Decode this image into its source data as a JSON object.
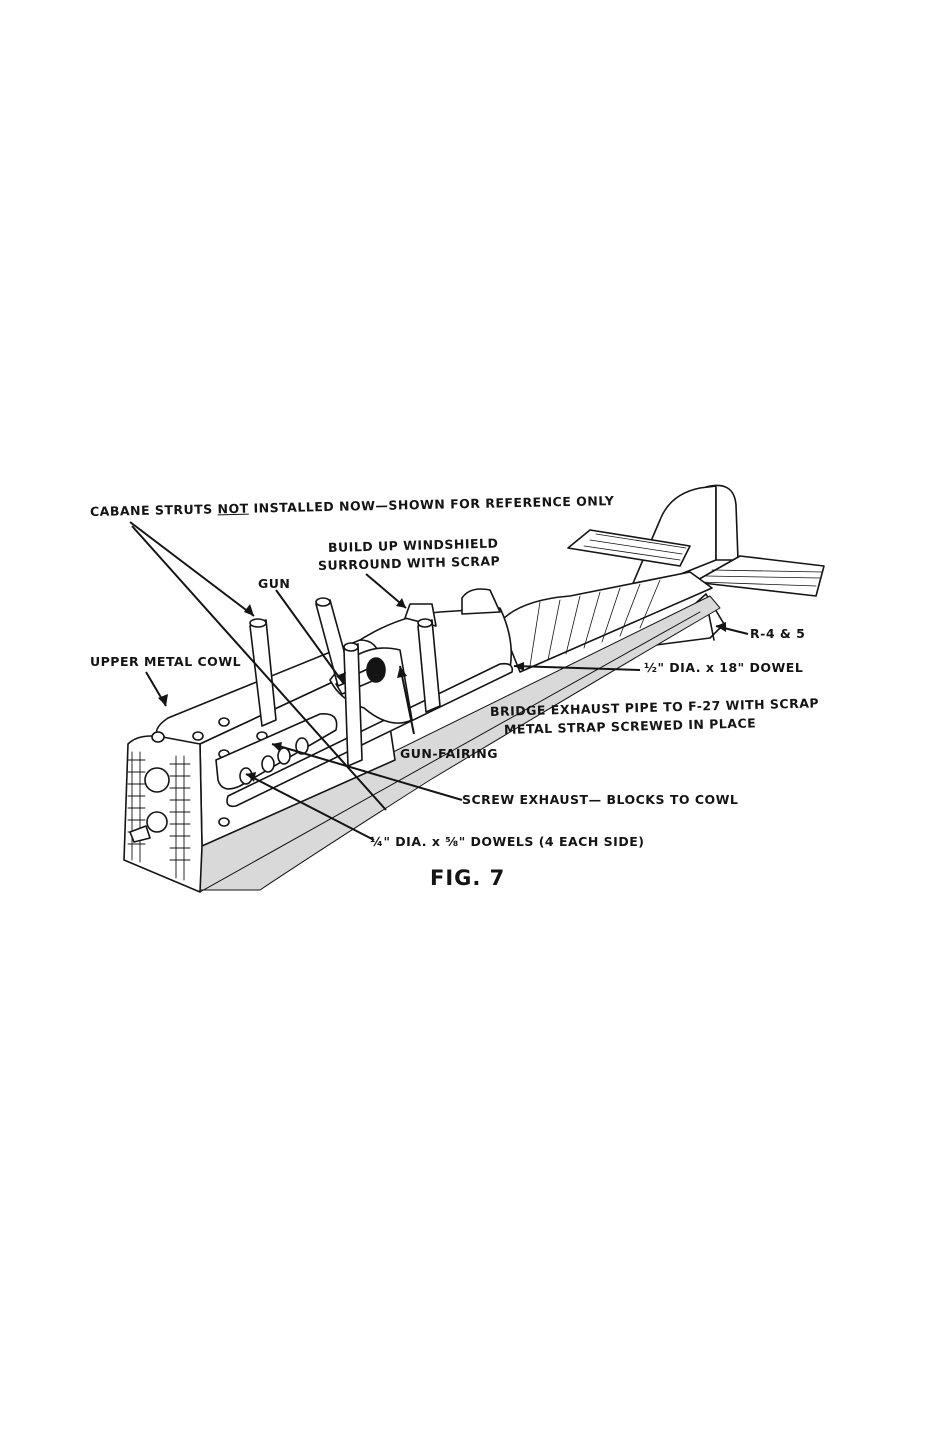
{
  "figure": {
    "caption": "FIG. 7"
  },
  "labels": {
    "cabane_pre": "CABANE STRUTS ",
    "cabane_not": "NOT",
    "cabane_post": " INSTALLED NOW—SHOWN FOR REFERENCE ONLY",
    "windshield_1": "BUILD UP WINDSHIELD",
    "windshield_2": "SURROUND WITH SCRAP",
    "gun": "GUN",
    "upper_cowl": "UPPER METAL COWL",
    "r45": "R-4 & 5",
    "dowel_large": "½\" DIA. x 18\" DOWEL",
    "bridge_1": "BRIDGE EXHAUST PIPE TO F-27 WITH SCRAP",
    "bridge_2": "METAL STRAP SCREWED IN PLACE",
    "gun_fairing": "GUN-FAIRING",
    "screw_exhaust": "SCREW EXHAUST— BLOCKS TO COWL",
    "dowels_small": "¼\" DIA. x ⅝\" DOWELS (4 EACH SIDE)"
  },
  "colors": {
    "ink": "#141414",
    "paper": "#ffffff",
    "shade": "#d9d9d9"
  }
}
